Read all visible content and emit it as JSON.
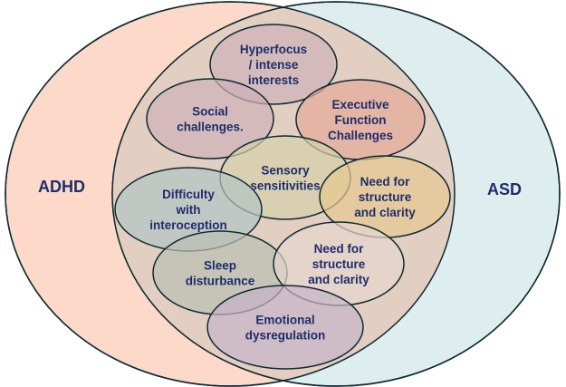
{
  "sets": {
    "adhd": {
      "label": "ADHD",
      "color": "#fdd9c9"
    },
    "asd": {
      "label": "ASD",
      "color": "#deeeef"
    },
    "overlap_color": "#e2cfc2"
  },
  "traits": [
    {
      "id": "hyperfocus",
      "lines": [
        "Hyperfocus",
        "/ intense",
        "interests"
      ],
      "color": "#cfb0b8"
    },
    {
      "id": "social",
      "lines": [
        "Social",
        "challenges."
      ],
      "color": "#cfb0b8"
    },
    {
      "id": "executive",
      "lines": [
        "Executive",
        "Function",
        "Challenges"
      ],
      "color": "#e6a898"
    },
    {
      "id": "sensory",
      "lines": [
        "Sensory",
        "sensitivities"
      ],
      "color": "#d4d0a8"
    },
    {
      "id": "structure-1",
      "lines": [
        "Need for",
        "structure",
        "and clarity"
      ],
      "color": "#e8c890"
    },
    {
      "id": "interoception",
      "lines": [
        "Difficulty",
        "with",
        "interoception"
      ],
      "color": "#b4c4c4"
    },
    {
      "id": "sleep",
      "lines": [
        "Sleep",
        "disturbance"
      ],
      "color": "#b9bfb2"
    },
    {
      "id": "structure-2",
      "lines": [
        "Need for",
        "structure",
        "and clarity"
      ],
      "color": "#e6d6cc"
    },
    {
      "id": "emotional",
      "lines": [
        "Emotional",
        "dysregulation"
      ],
      "color": "#c6b4c8"
    }
  ]
}
